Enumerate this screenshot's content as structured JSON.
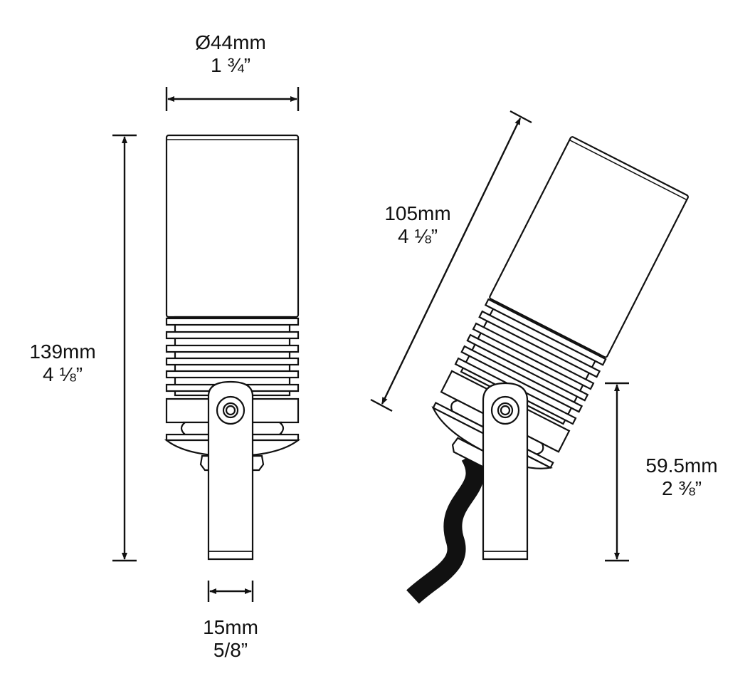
{
  "dimensions": {
    "diameter": {
      "metric": "Ø44mm",
      "imperial": "1 ¾”"
    },
    "height": {
      "metric": "139mm",
      "imperial": "4 ⅛”"
    },
    "stake_width": {
      "metric": "15mm",
      "imperial": "5/8”"
    },
    "head_length": {
      "metric": "105mm",
      "imperial": "4 ⅛”"
    },
    "pivot_height": {
      "metric": "59.5mm",
      "imperial": "2 ⅜”"
    }
  },
  "colors": {
    "line": "#111111",
    "background": "#ffffff"
  }
}
